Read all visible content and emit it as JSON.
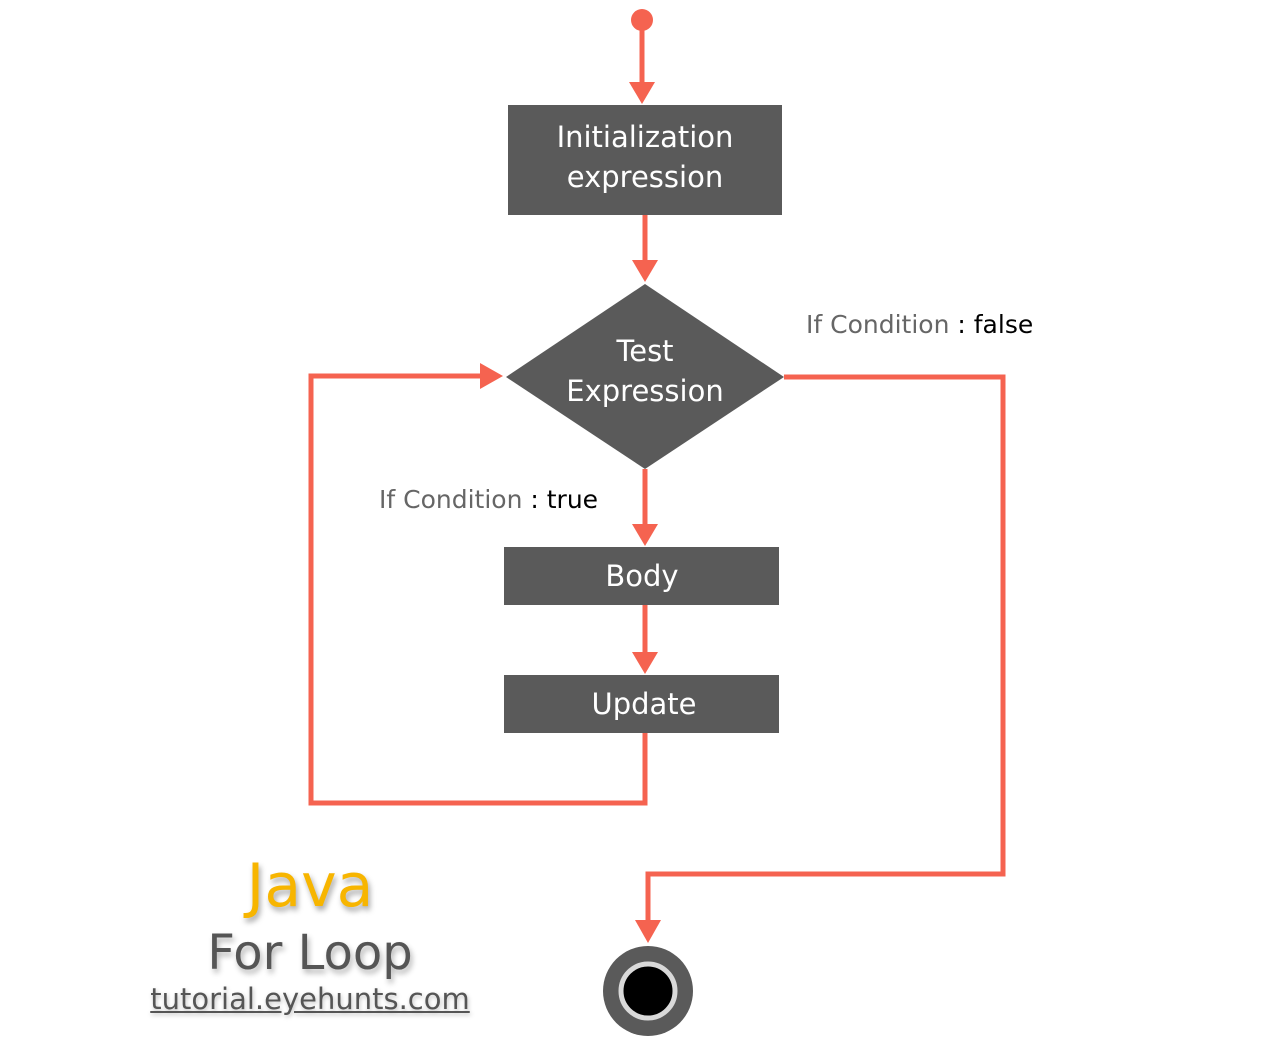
{
  "diagram": {
    "nodes": {
      "init": {
        "line1": "Initialization",
        "line2": "expression"
      },
      "test": {
        "line1": "Test",
        "line2": "Expression"
      },
      "body": {
        "label": "Body"
      },
      "update": {
        "label": "Update"
      }
    },
    "edges": {
      "false_branch": {
        "label": "If Condition",
        "separator": " : ",
        "value": "false"
      },
      "true_branch": {
        "label": "If Condition",
        "separator": " : ",
        "value": "true"
      }
    }
  },
  "watermark": {
    "title": "Java",
    "subtitle": "For Loop",
    "url": "tutorial.eyehunts.com"
  },
  "colors": {
    "flow": "#f56350",
    "node_fill": "#5a5a5a",
    "title": "#f7b500"
  }
}
